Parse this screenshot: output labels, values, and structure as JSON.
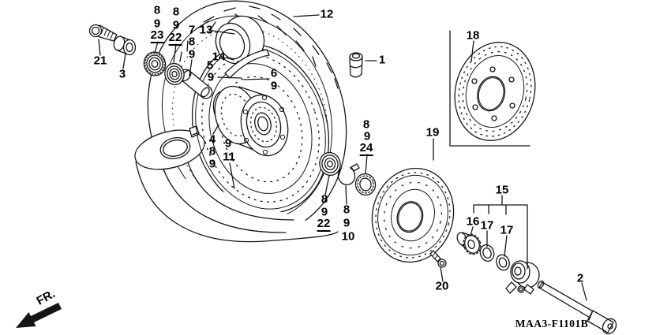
{
  "figure": {
    "part_code": "MAA3-F1101B",
    "orientation_label": "FR.",
    "part_refs": [
      {
        "text": "8"
      },
      {
        "text": "9"
      },
      {
        "text": "23"
      },
      {
        "text": "8"
      },
      {
        "text": "9"
      },
      {
        "text": "22"
      },
      {
        "text": "7"
      },
      {
        "text": "8"
      },
      {
        "text": "9"
      },
      {
        "text": "13"
      },
      {
        "text": "12"
      },
      {
        "text": "14"
      },
      {
        "text": "5"
      },
      {
        "text": "9"
      },
      {
        "text": "6"
      },
      {
        "text": "9"
      },
      {
        "text": "1"
      },
      {
        "text": "18"
      },
      {
        "text": "4"
      },
      {
        "text": "8"
      },
      {
        "text": "9"
      },
      {
        "text": "9"
      },
      {
        "text": "11"
      },
      {
        "text": "8"
      },
      {
        "text": "9"
      },
      {
        "text": "24"
      },
      {
        "text": "19"
      },
      {
        "text": "8"
      },
      {
        "text": "9"
      },
      {
        "text": "22"
      },
      {
        "text": "8"
      },
      {
        "text": "9"
      },
      {
        "text": "10"
      },
      {
        "text": "15"
      },
      {
        "text": "16"
      },
      {
        "text": "17"
      },
      {
        "text": "17"
      },
      {
        "text": "20"
      },
      {
        "text": "2"
      },
      {
        "text": "21"
      },
      {
        "text": "3"
      }
    ]
  }
}
